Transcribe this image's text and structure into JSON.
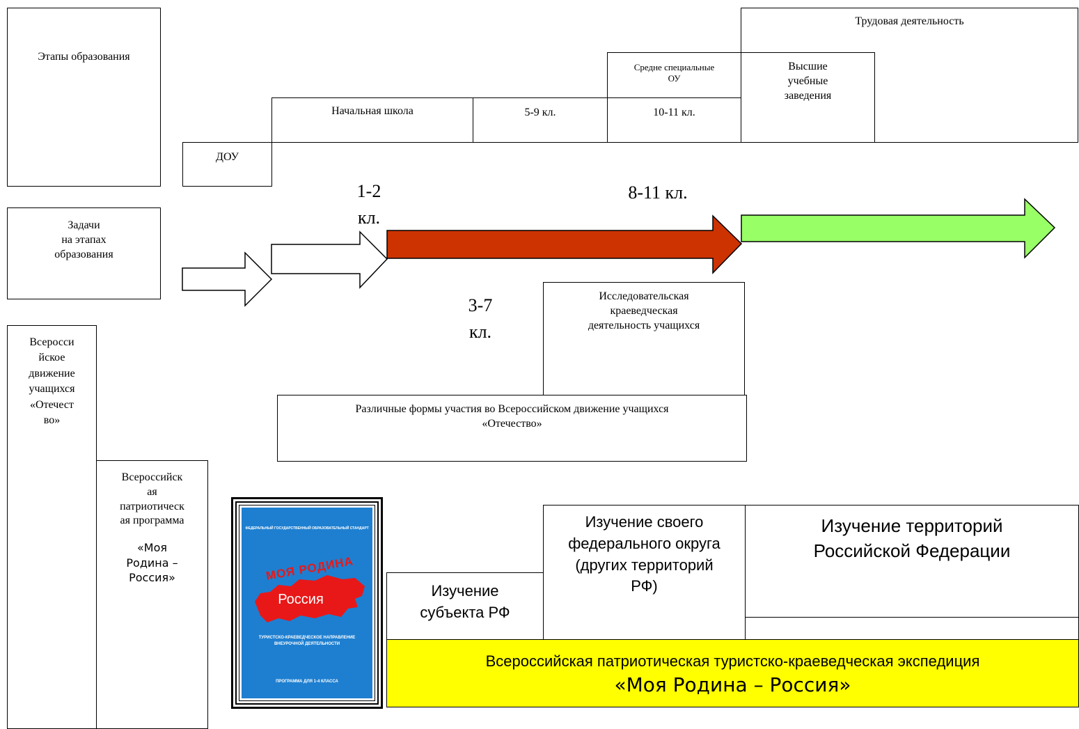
{
  "row_labels": {
    "stages": "Этапы образования",
    "tasks": "Задачи\nна этапах\nобразования",
    "movement": "Всеросси\nйское\nдвижение\nучащихся\n«Отечест\nво»",
    "program_a": "Всероссийск\nая\nпатриотическ\nая программа",
    "program_b": "«Моя\nРодина –\nРоссия»"
  },
  "stages": {
    "dou": "ДОУ",
    "primary": "Начальная школа",
    "grades_5_9": "5-9 кл.",
    "secondary_special": "Средне специальные\nОУ",
    "grades_10_11": "10-11 кл.",
    "higher": "Высшие\nучебные\nзаведения",
    "work": "Трудовая деятельность"
  },
  "grade_labels": {
    "g1_2": "1-2\nкл.",
    "g3_7": "3-7\nкл.",
    "g8_11": "8-11 кл."
  },
  "arrow_colors": {
    "white": "#ffffff",
    "red": "#cc3300",
    "green": "#99ff66"
  },
  "activities": {
    "research": "Исследовательская\nкраеведческая\nдеятельность учащихся",
    "forms": "Различные формы участия во Всероссийском движение учащихся\n«Отечество»",
    "subject": "Изучение\nсубъекта РФ",
    "federal_district": "Изучение своего\nфедерального округа\n(других территорий\nРФ)",
    "territories": "Изучение  территорий\nРоссийской Федерации",
    "expedition_a": "Всероссийская патриотическая  туристско-краеведческая экспедиция",
    "expedition_b": "«Моя Родина – Россия»"
  },
  "book_cover": {
    "top_line": "ФЕДЕРАЛЬНЫЙ ГОСУДАРСТВЕННЫЙ ОБРАЗОВАТЕЛЬНЫЙ СТАНДАРТ",
    "title": "МОЯ РОДИНА",
    "map_word": "Россия",
    "subtitle": "ТУРИСТСКО-КРАЕВЕДЧЕСКОЕ НАПРАВЛЕНИЕ\nВНЕУРОЧНОЙ ДЕЯТЕЛЬНОСТИ",
    "bottom_line": "ПРОГРАММА ДЛЯ 1-4 КЛАССА",
    "background_color": "#1e7fd0",
    "map_color": "#e81818"
  },
  "expedition_color": "#ffff00"
}
